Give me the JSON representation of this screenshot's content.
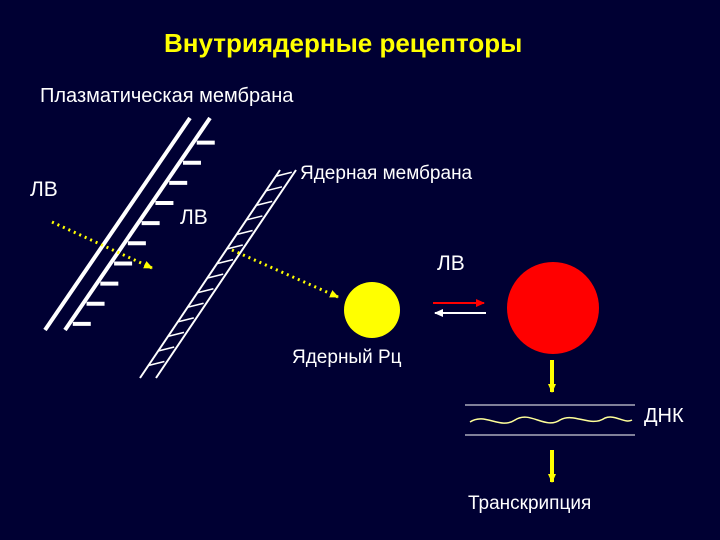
{
  "title": "Внутриядерные рецепторы",
  "labels": {
    "plasma_membrane": "Плазматическая мембрана",
    "nuclear_membrane": "Ядерная мембрана",
    "ligand_1": "ЛВ",
    "ligand_2": "ЛВ",
    "ligand_3": "ЛВ",
    "nuclear_receptor": "Ядерный Рц",
    "dna": "ДНК",
    "transcription": "Транскрипция"
  },
  "colors": {
    "background": "#000033",
    "text": "#FFFFFF",
    "title": "#FFFF00",
    "ligand_path": "#FFFF00",
    "receptor": "#FFFF00",
    "receptor_bound": "#FF0000",
    "arrow_forward": "#FF0000",
    "arrow_reverse": "#FFFFFF",
    "dna_arrow": "#FFFF00",
    "dna_strand": "#FFFF99"
  }
}
